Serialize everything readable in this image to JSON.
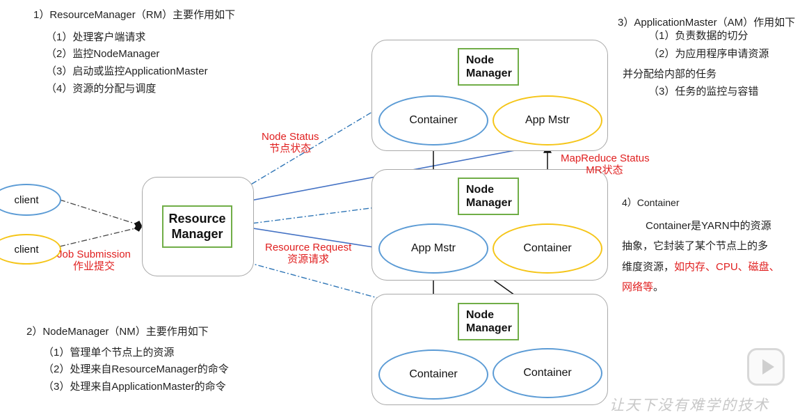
{
  "rm_section": {
    "title": "1）ResourceManager（RM）主要作用如下",
    "items": [
      "（1）处理客户端请求",
      "（2）监控NodeManager",
      "（3）启动或监控ApplicationMaster",
      "（4）资源的分配与调度"
    ]
  },
  "nm_section": {
    "title": "2）NodeManager（NM）主要作用如下",
    "items": [
      "（1）管理单个节点上的资源",
      "（2）处理来自ResourceManager的命令",
      "（3）处理来自ApplicationMaster的命令"
    ]
  },
  "am_section": {
    "title": "3）ApplicationMaster（AM）作用如下",
    "item1": "（1）负责数据的切分",
    "item2": "（2）为应用程序申请资源",
    "item2_cont": "并分配给内部的任务",
    "item3": "（3）任务的监控与容错"
  },
  "container_section": {
    "title": "4）Container",
    "line1": "Container是YARN中的资源",
    "line2": "抽象，它封装了某个节点上的多",
    "line3_prefix": "维度资源，",
    "line3_red": "如内存、CPU、磁盘、",
    "line4_red": "网络等",
    "line4_suffix": "。"
  },
  "clients": [
    "client",
    "client"
  ],
  "resource_manager": {
    "line1": "Resource",
    "line2": "Manager"
  },
  "node_manager": {
    "line1": "Node",
    "line2": "Manager"
  },
  "node1": {
    "left": "Container",
    "right": "App Mstr"
  },
  "node2": {
    "left": "App Mstr",
    "right": "Container"
  },
  "node3": {
    "left": "Container",
    "right": "Container"
  },
  "labels": {
    "node_status": "Node Status",
    "node_status_cn": "节点状态",
    "mr_status": "MapReduce Status",
    "mr_status_cn": "MR状态",
    "resource_request": "Resource Request",
    "resource_request_cn": "资源请求",
    "job_submission": "Job Submission",
    "job_submission_cn": "作业提交"
  },
  "watermark": "让天下没有难学的技术",
  "colors": {
    "green": "#70ad47",
    "blue": "#5b9bd5",
    "yellow": "#f5c518",
    "red": "#e02020",
    "dashed_blue": "#2e75b6",
    "solid_blue": "#4472c4"
  }
}
